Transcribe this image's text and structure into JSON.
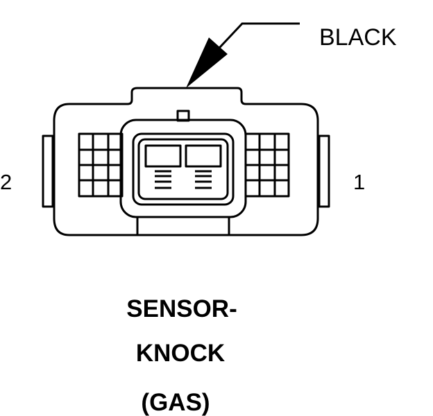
{
  "callout": {
    "wire_color": "BLACK"
  },
  "pins": {
    "left": "2",
    "right": "1"
  },
  "caption": {
    "line1": "SENSOR-",
    "line2": "KNOCK",
    "line3": "(GAS)"
  },
  "colors": {
    "ink": "#000000",
    "paper": "#ffffff"
  }
}
